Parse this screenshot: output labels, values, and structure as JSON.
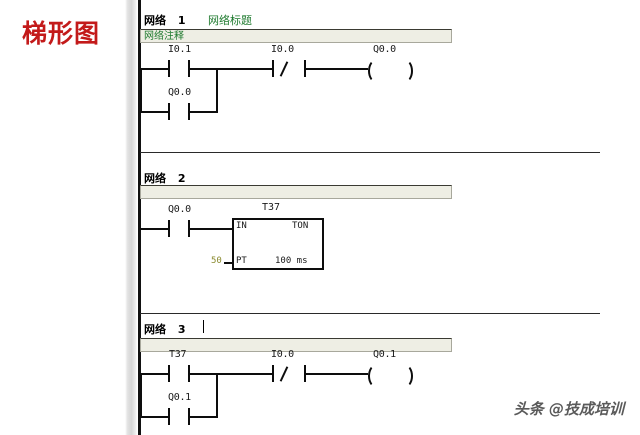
{
  "caption": "梯形图",
  "watermark": "头条 @技成培训",
  "networks": [
    {
      "label": "网络",
      "number": "1",
      "title": "网络标题",
      "comment": "网络注释",
      "rungs": [
        {
          "branch_contacts": [
            "I0.1",
            "Q0.0"
          ],
          "series_contact": "I0.0",
          "coil": "Q0.0"
        }
      ]
    },
    {
      "label": "网络",
      "number": "2",
      "title": "",
      "comment": "",
      "contact": "Q0.0",
      "block": {
        "name": "T37",
        "in_pin": "IN",
        "type": "TON",
        "pt_pin": "PT",
        "pt_value": "50",
        "time_base": "100 ms"
      }
    },
    {
      "label": "网络",
      "number": "3",
      "title": "",
      "comment": "",
      "rungs": [
        {
          "branch_contacts": [
            "T37",
            "Q0.1"
          ],
          "series_contact": "I0.0",
          "coil": "Q0.1"
        }
      ]
    }
  ],
  "colors": {
    "title_red": "#c31a1a",
    "comment_green": "#1e7a2e",
    "value_olive": "#8a8a2e",
    "wire_black": "#0d0d0d"
  }
}
